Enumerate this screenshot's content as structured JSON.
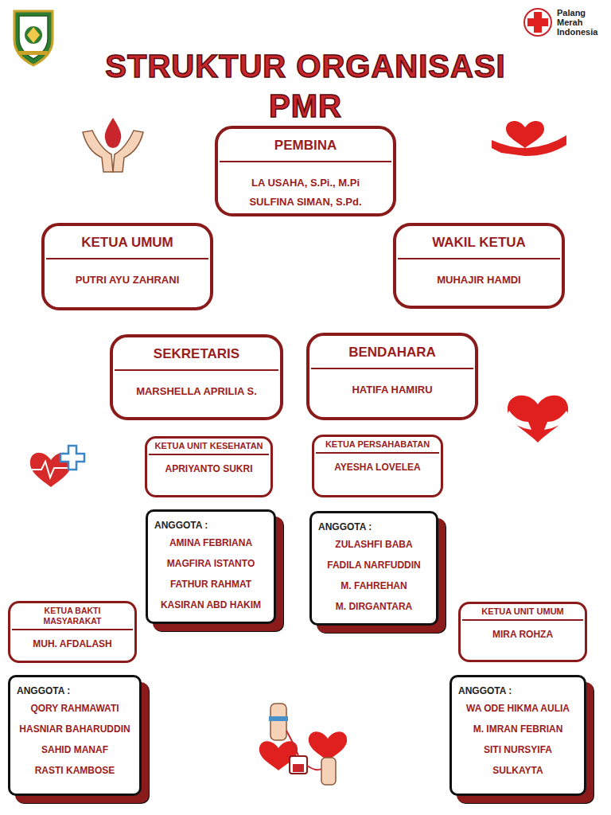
{
  "diagram": {
    "title": "STRUKTUR ORGANISASI PMR",
    "nodes": [
      {
        "text": [
          "PEMBINA",
          "LA USAHA, S.Pi., M.Pi",
          "SULFINA SIMAN, S.Pd."
        ]
      },
      {
        "text": [
          "KETUA UMUM",
          "PUTRI AYU ZAHRANI"
        ]
      },
      {
        "text": [
          "WAKIL KETUA",
          "MUHAJIR HAMDI"
        ]
      },
      {
        "text": [
          "SEKRETARIS",
          "MARSHELLA APRILIA S."
        ]
      },
      {
        "text": [
          "BENDAHARA",
          "HATIFA HAMIRU"
        ]
      },
      {
        "text": [
          "KETUA UNIT KESEHATAN",
          "APRIYANTO SUKRI"
        ]
      },
      {
        "text": [
          "KETUA PERSAHABATAN",
          "AYESHA LOVELEA"
        ]
      },
      {
        "text": [
          "ANGGOTA :",
          "AMINA FEBRIANA",
          "MAGFIRA ISTANTO",
          "FATHUR RAHMAT",
          "KASIRAN ABD HAKIM"
        ]
      },
      {
        "text": [
          "ANGGOTA :",
          "ZULASHFI BABA",
          "FADILA NARFUDDIN",
          "M. FAHREHAN",
          "M. DIRGANTARA"
        ]
      },
      {
        "text": [
          "KETUA BAKTI MASYARAKAT",
          "MUH. AFDALASH"
        ]
      },
      {
        "text": [
          "KETUA UNIT UMUM",
          "MIRA ROHZA"
        ]
      },
      {
        "text": [
          "ANGGOTA :",
          "QORY RAHMAWATI",
          "HASNIAR BAHARUDDIN",
          "SAHID MANAF",
          "RASTI KAMBOSE"
        ]
      },
      {
        "text": [
          "ANGGOTA :",
          "WA ODE HIKMA AULIA",
          "M. IMRAN FEBRIAN",
          "SITI NURSYIFA",
          "SULKAYTA"
        ]
      }
    ],
    "labels": [
      "Palang Merah Indonesia"
    ]
  }
}
